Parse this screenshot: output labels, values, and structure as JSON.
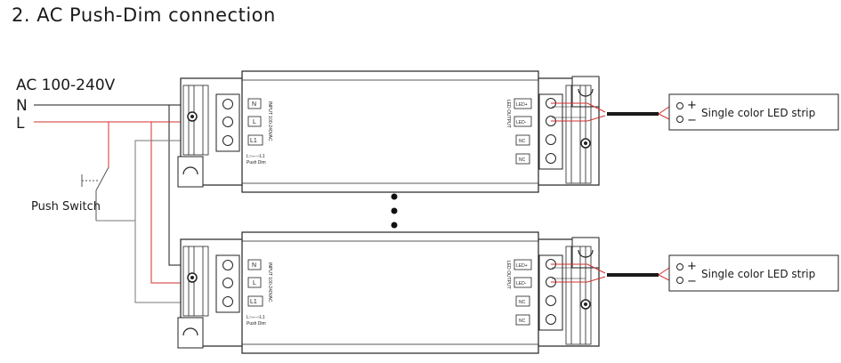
{
  "title": "2. AC Push-Dim connection",
  "supply": {
    "voltage": "AC 100-240V",
    "neutral": "N",
    "live": "L"
  },
  "switch": {
    "label": "Push Switch"
  },
  "drivers": [
    {
      "input_terminals": [
        "N",
        "L",
        "L1"
      ],
      "input_label": "INPUT\n100-240VAC",
      "dim_note": "L○-⌐-○L1",
      "dim_label": "Push Dim",
      "output_label": "LED OUTPUT",
      "output_terminals": [
        "LED+",
        "LED-",
        "NC",
        "NC"
      ],
      "strip": {
        "plus": "+",
        "minus": "−",
        "label": "Single color LED strip"
      }
    },
    {
      "input_terminals": [
        "N",
        "L",
        "L1"
      ],
      "input_label": "INPUT\n100-240VAC",
      "dim_note": "L○-⌐-○L1",
      "dim_label": "Push Dim",
      "output_label": "LED OUTPUT",
      "output_terminals": [
        "LED+",
        "LED-",
        "NC",
        "NC"
      ],
      "strip": {
        "plus": "+",
        "minus": "−",
        "label": "Single color LED strip"
      }
    }
  ],
  "colors": {
    "live_wire": "#d0312d",
    "neutral_wire": "#1a1a1a",
    "link_wire": "#777777"
  }
}
